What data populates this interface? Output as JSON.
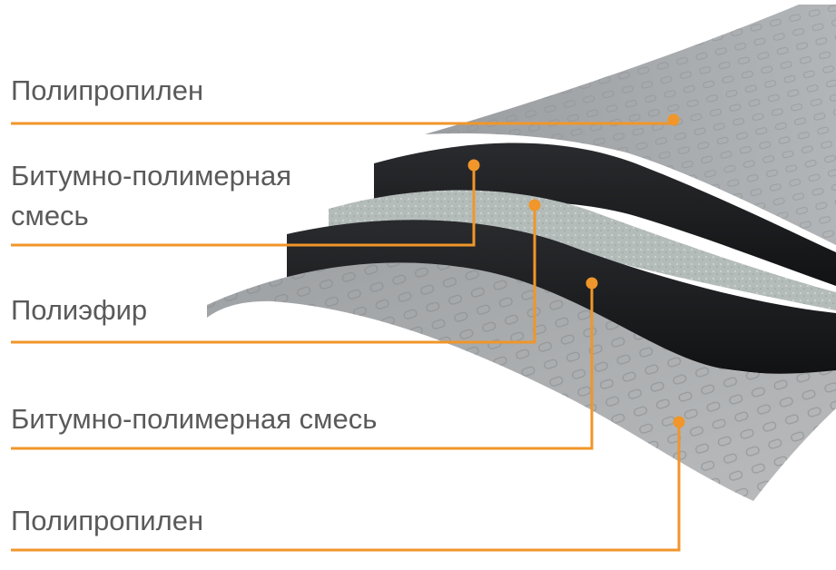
{
  "labels": {
    "layer1": "Полипропилен",
    "layer2_line1": "Битумно-полимерная",
    "layer2_line2": "смесь",
    "layer3": "Полиэфир",
    "layer4": "Битумно-полимерная смесь",
    "layer5": "Полипропилен"
  },
  "colors": {
    "leader": "#f0962a",
    "label_text": "#5a5a5a",
    "polypropylene": "#a5a8aa",
    "bitumen": "#1c1d1f",
    "polyester": "#b4bcba"
  }
}
